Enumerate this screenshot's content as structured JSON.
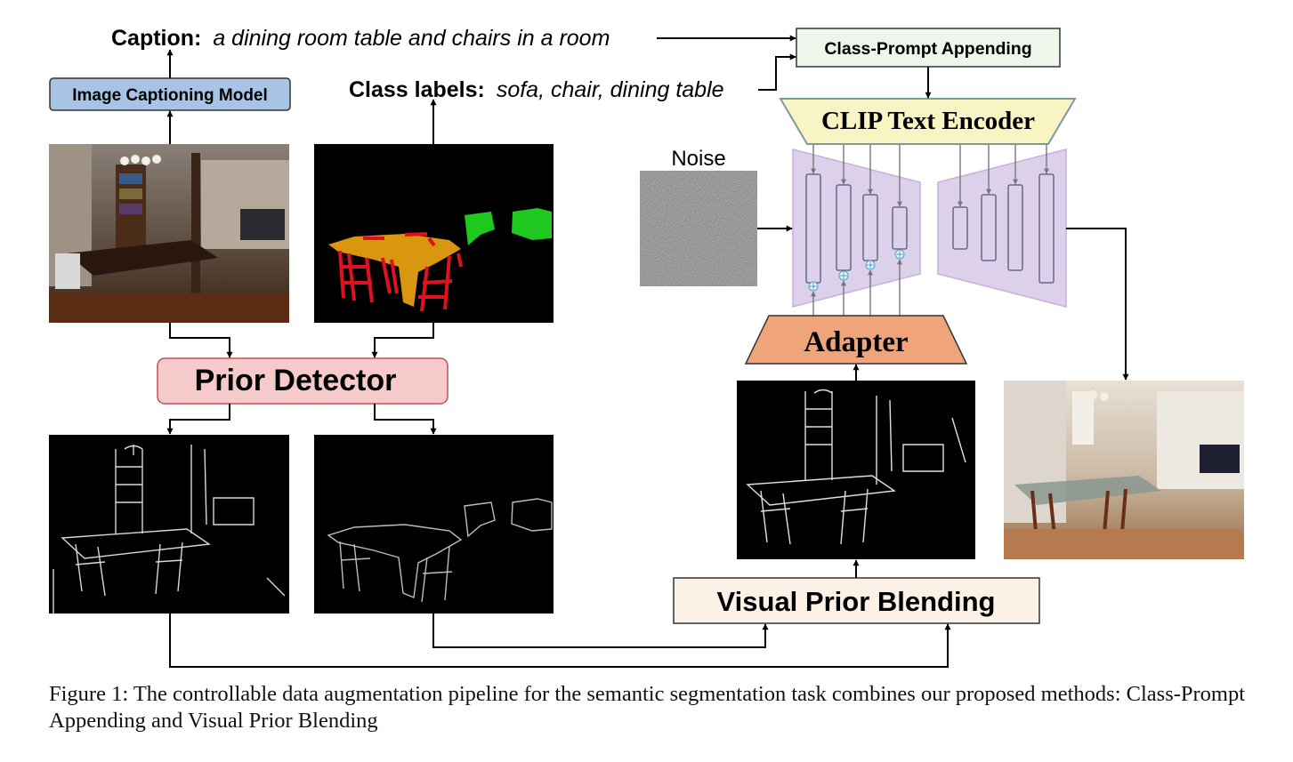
{
  "top": {
    "caption_label": "Caption:",
    "caption_text": "a dining room table and chairs in a room",
    "class_labels_label": "Class labels:",
    "class_labels_text": "sofa, chair, dining table"
  },
  "boxes": {
    "image_captioning_model": "Image Captioning Model",
    "class_prompt_appending": "Class-Prompt Appending",
    "clip_text_encoder": "CLIP Text Encoder",
    "noise_label": "Noise",
    "adapter": "Adapter",
    "prior_detector": "Prior Detector",
    "visual_prior_blending": "Visual Prior Blending"
  },
  "figure_caption": "Figure 1: The controllable data augmentation pipeline for the semantic segmentation task combines our proposed methods: Class-Prompt Appending and Visual Prior Blending",
  "colors": {
    "captioning_box": "#a7c4e6",
    "class_prompt_box": "#eef6ec",
    "clip_box": "#f8f4c4",
    "unet": "#ddd0ea",
    "adapter": "#f0a47a",
    "prior_detector": "#f6caca",
    "blending_box": "#fbf1e7",
    "seg_table": "#d9960f",
    "seg_chair": "#e01020",
    "seg_sofa": "#1ec81e"
  }
}
